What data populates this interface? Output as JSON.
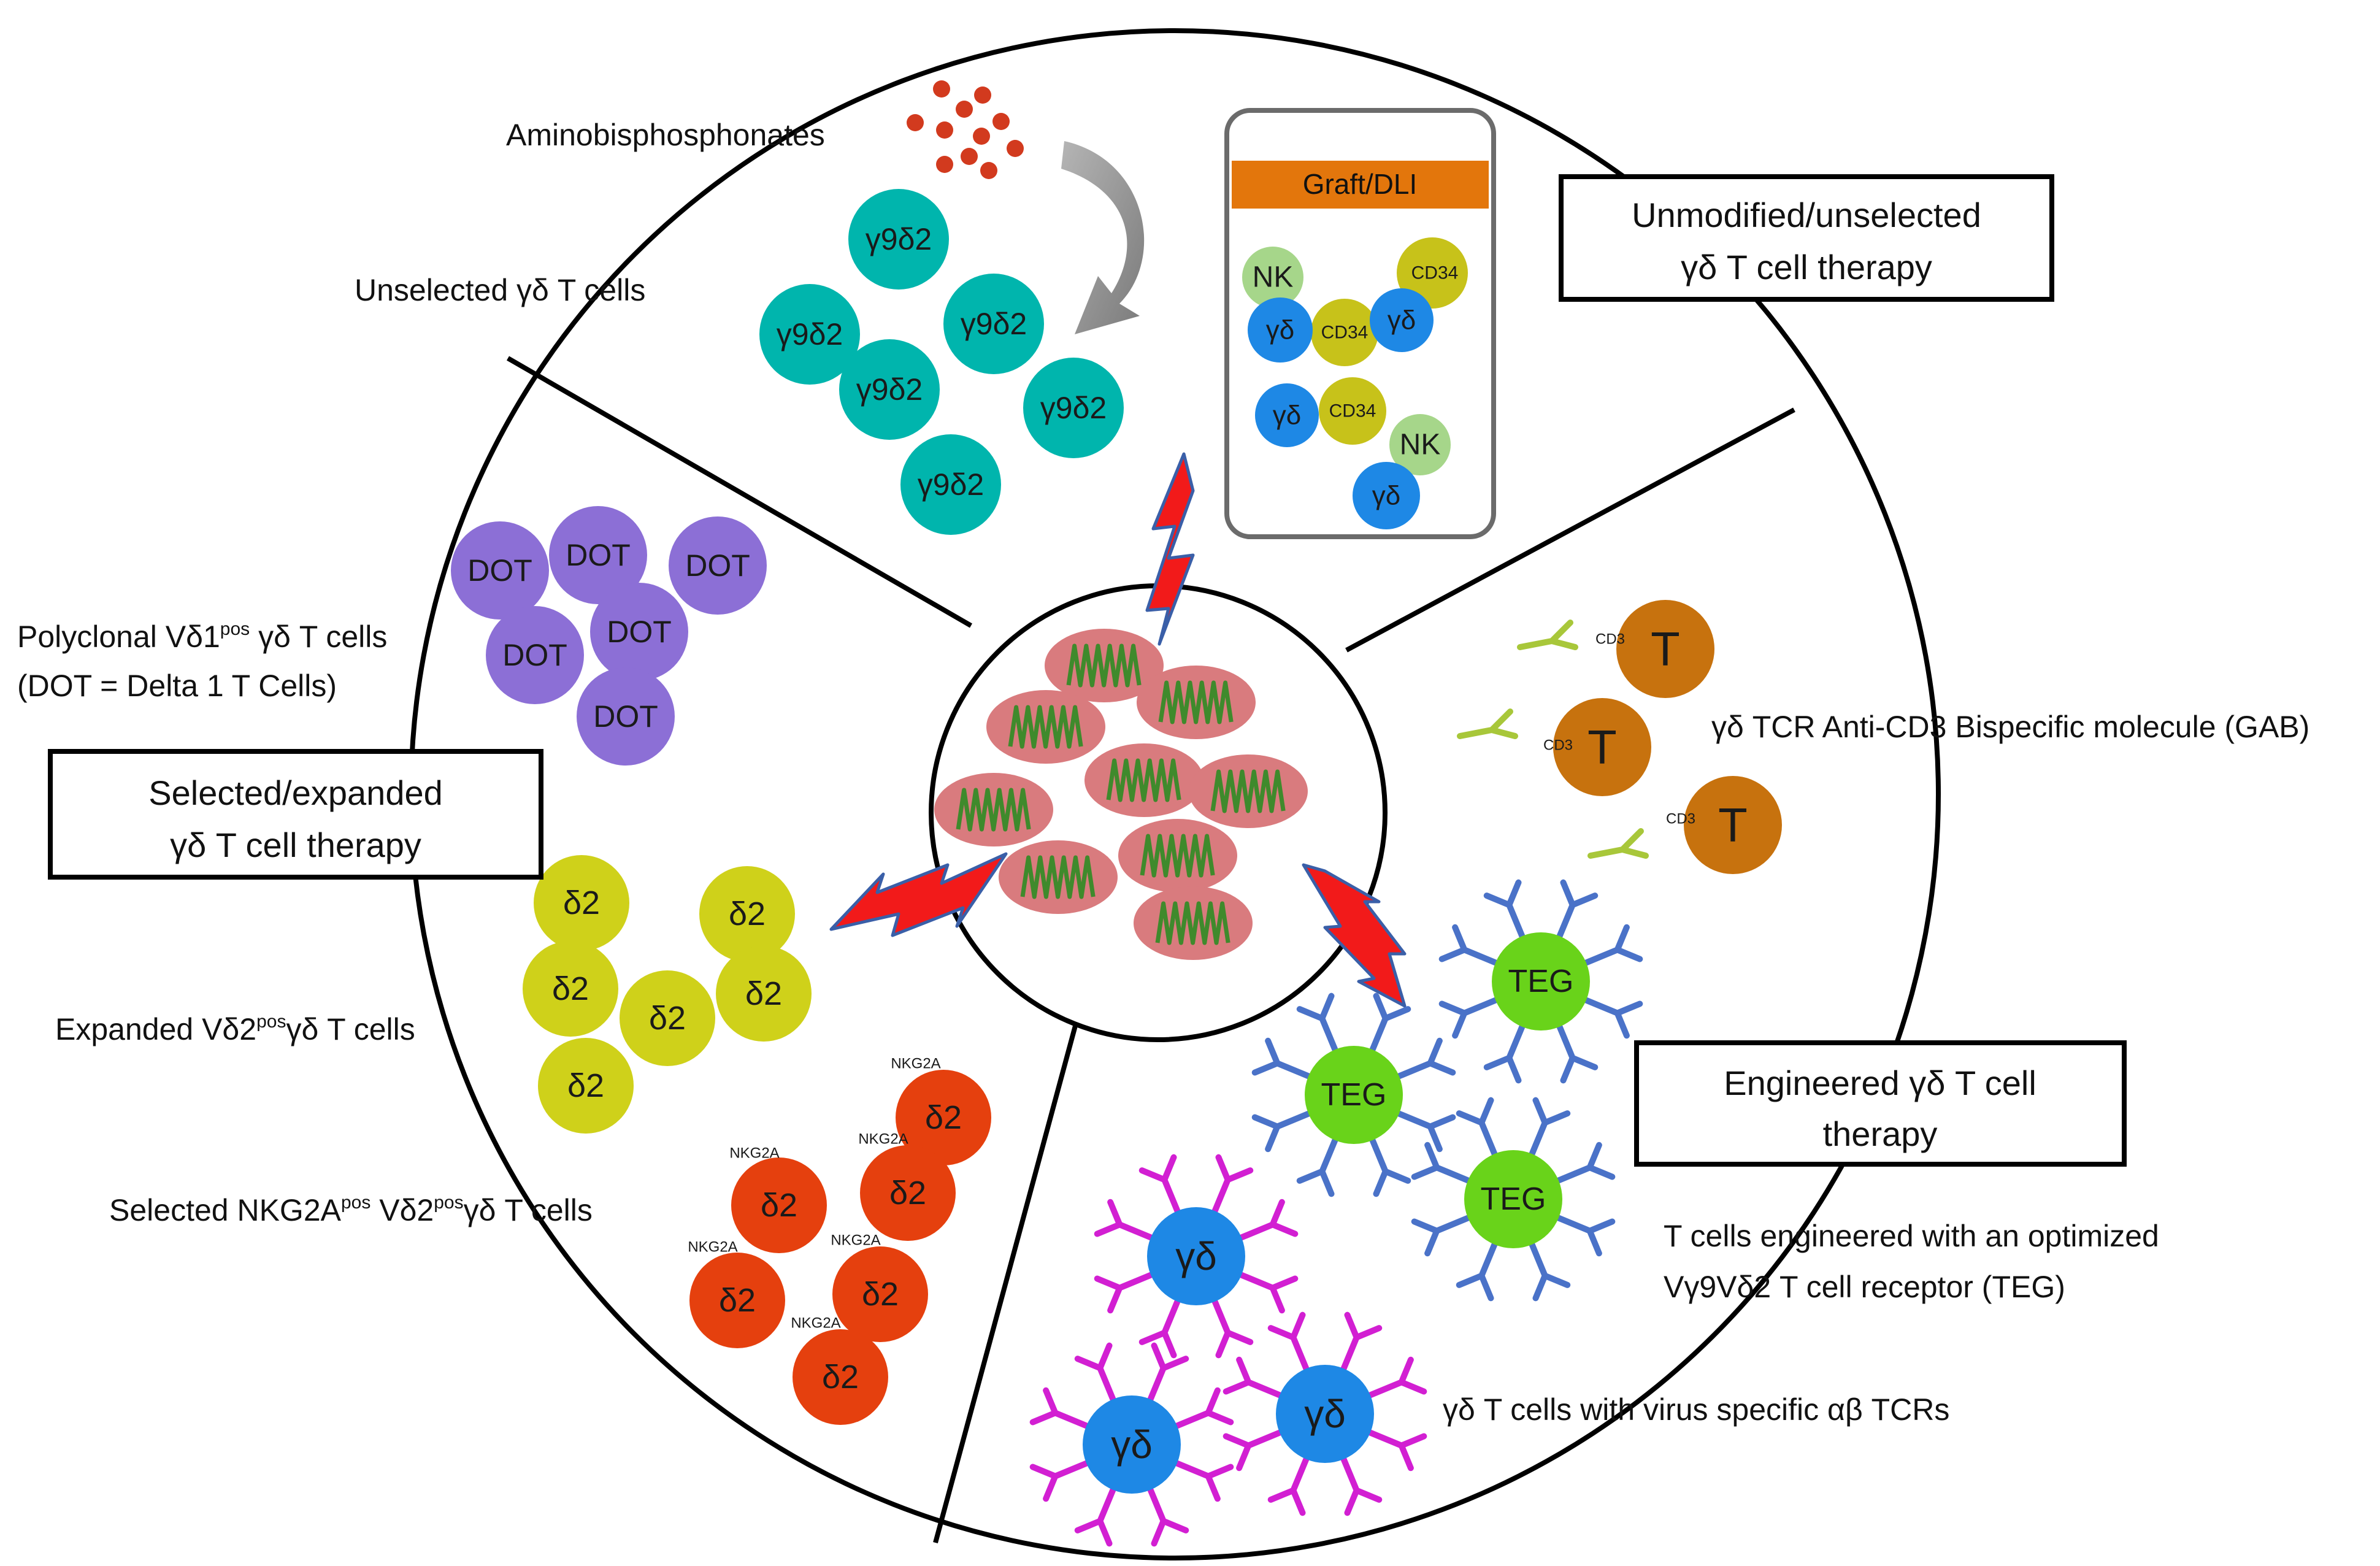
{
  "labels": {
    "aminobisphosphonates": "Aminobisphosphonates",
    "unselected": "Unselected γδ  T cells",
    "polyclonal_line1": "Polyclonal Vδ1",
    "polyclonal_sup": "pos",
    "polyclonal_rest": " γδ  T cells",
    "polyclonal_line2": "(DOT = Delta 1 T Cells)",
    "expanded_pre": "Expanded Vδ2",
    "expanded_sup": "pos",
    "expanded_post": "γδ  T cells",
    "nkg2a_pre": "Selected NKG2A",
    "nkg2a_sup1": "pos",
    "nkg2a_mid": "  Vδ2",
    "nkg2a_sup2": "pos",
    "nkg2a_post": "γδ  T cells",
    "gab": "γδ TCR Anti-CD3 Bispecific molecule (GAB)",
    "teg_line1": "T cells engineered with an optimized",
    "teg_line2": "Vγ9Vδ2 T cell receptor (TEG)",
    "virus": "γδ  T cells with virus specific αβ TCRs"
  },
  "boxes": {
    "unmodified_line1": "Unmodified/unselected",
    "unmodified_line2": "γδ T cell therapy",
    "selected_line1": "Selected/expanded",
    "selected_line2": "γδ T cell therapy",
    "engineered_line1": "Engineered γδ T cell",
    "engineered_line2": "therapy",
    "graft": "Graft/DLI"
  },
  "cells": {
    "g9d2": "γ9δ2",
    "dot": "DOT",
    "d2": "δ2",
    "nkg2a": "NKG2A",
    "nk": "NK",
    "cd34": "CD34",
    "gd": "γδ",
    "t": "T",
    "cd3": "CD3",
    "teg": "TEG"
  },
  "colors": {
    "g9d2": "#00b5ad",
    "dot": "#8c6fd6",
    "d2": "#cfd11a",
    "nkg2a_cell": "#e5400e",
    "nk": "#a6d68a",
    "gd_blue": "#1e88e5",
    "cd34": "#c7c21a",
    "t_cell": "#c7720e",
    "cd3_antibody": "#a8c73a",
    "teg": "#69d31a",
    "teg_receptor": "#4a72c8",
    "virus_receptor": "#d21fd2",
    "tumor": "#d97b7e",
    "tumor_squiggle": "#3f8a2c",
    "graft_header": "#e3760c",
    "bolt": "#f21a1a",
    "bolt_edge": "#3a5fa8",
    "dots": "#d23a1e"
  }
}
